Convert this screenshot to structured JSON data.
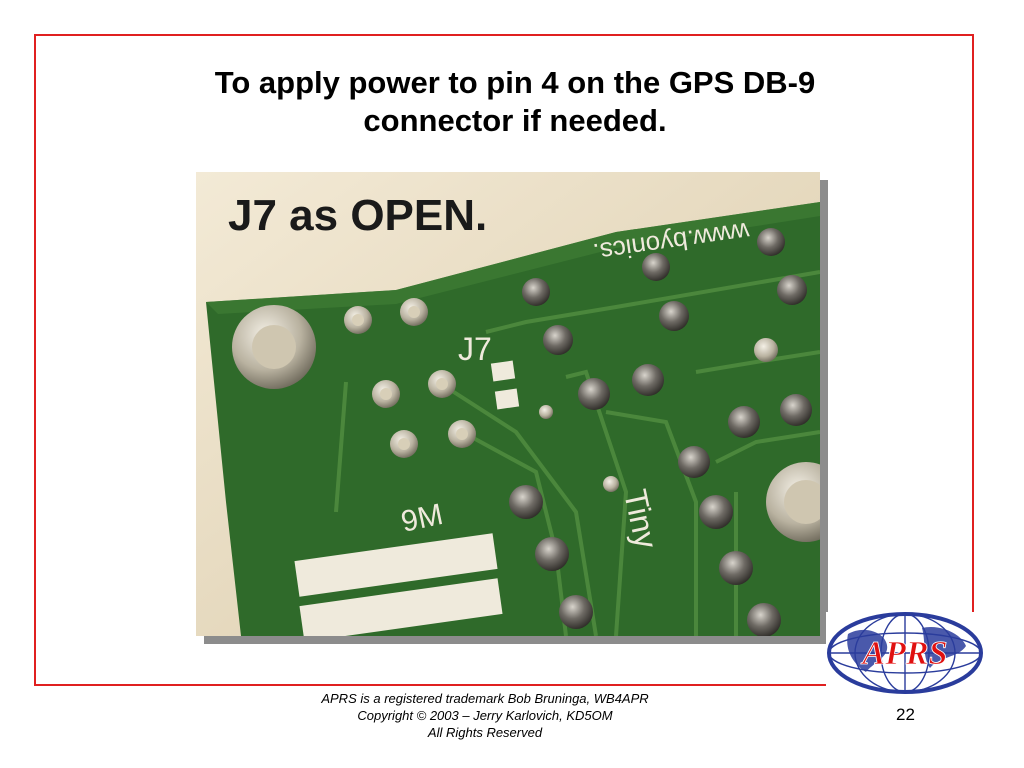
{
  "slide": {
    "title_line1": "To apply power to pin 4 on the GPS DB-9",
    "title_line2": "connector if needed.",
    "photo": {
      "caption": "J7 as OPEN.",
      "jumper_label": "J7",
      "board_text_url": "www.byonics.",
      "board_text_9m": "9M",
      "board_text_tiny": "Tiny",
      "colors": {
        "pcb": "#2f6a2a",
        "pcb_dark": "#1e4a1c",
        "background": "#e8dcc4",
        "pad": "#c9c2b0"
      }
    },
    "logo": {
      "text": "APRS",
      "text_color": "#e01010",
      "globe_color": "#2a3c9c"
    },
    "footer": {
      "line1": "APRS is a registered trademark Bob Bruninga, WB4APR",
      "line2": "Copyright © 2003 – Jerry Karlovich, KD5OM",
      "line3": "All Rights Reserved"
    },
    "page_number": "22",
    "frame_color": "#e02020"
  }
}
